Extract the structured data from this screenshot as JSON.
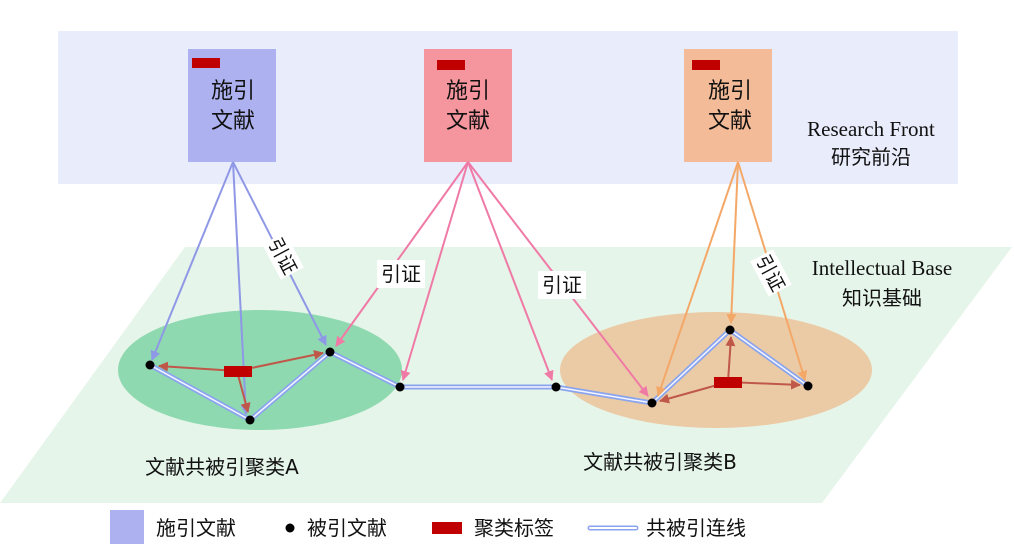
{
  "colors": {
    "front_band": "#e9ecfb",
    "base_plane": "#e5f5ea",
    "citing_a": "#adb1ef",
    "citing_b": "#f5959d",
    "citing_c": "#f3bb98",
    "cluster_a": "#8fd9b0",
    "cluster_b": "#ebcba5",
    "label_red": "#c00000",
    "arrow_blue": "#8f98e6",
    "arrow_pink": "#f07aa6",
    "arrow_orange": "#f4a868",
    "arrow_red": "#c0584a",
    "cocite_line": "#8aa4ee"
  },
  "research_front": {
    "en": "Research Front",
    "zh": "研究前沿"
  },
  "intellectual_base": {
    "en": "Intellectual Base",
    "zh": "知识基础"
  },
  "citing_docs": [
    {
      "line1": "施引",
      "line2": "文献"
    },
    {
      "line1": "施引",
      "line2": "文献"
    },
    {
      "line1": "施引",
      "line2": "文献"
    }
  ],
  "cite_label": "引证",
  "clusters": {
    "a": "文献共被引聚类A",
    "b": "文献共被引聚类B"
  },
  "legend": {
    "citing": "施引文献",
    "cited": "被引文献",
    "cluster_label": "聚类标签",
    "cocite_line": "共被引连线"
  }
}
